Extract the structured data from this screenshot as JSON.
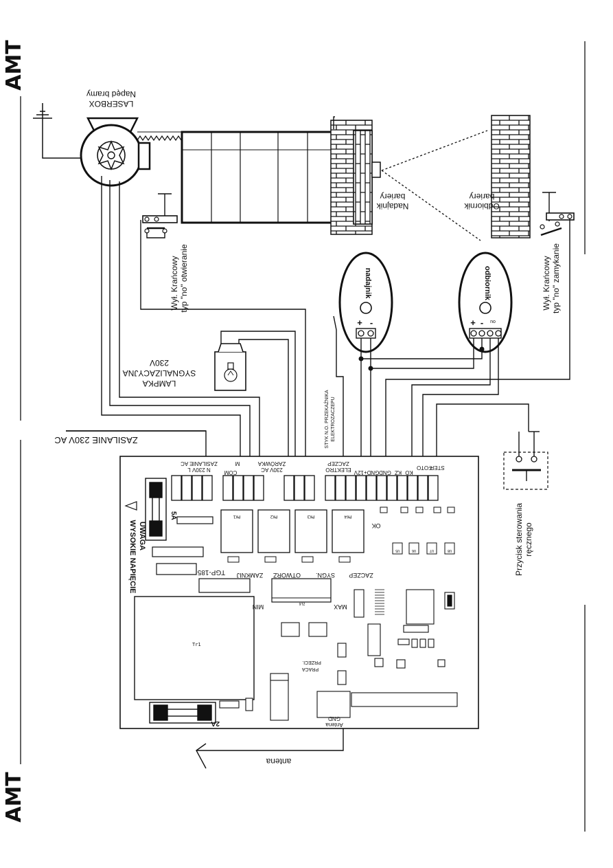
{
  "brand": "AMT",
  "motor": {
    "line1": "Napęd bramy",
    "line2": "LASERBOX"
  },
  "transmitter_side": {
    "line1": "Nadajnik",
    "line2": "bariery"
  },
  "receiver_side": {
    "line1": "Odbiornik",
    "line2": "bariery"
  },
  "limit_open": {
    "line1": "Wył. Krańcowy",
    "line2": "typ \"no\" otwieranie"
  },
  "limit_close": {
    "line1": "Wył. Krańcowy",
    "line2": "typ \"no\" zamykanie"
  },
  "nadajnik_label": "nadajnik",
  "odbiornik_label": "odbiornik",
  "plus": "+",
  "minus": "-",
  "no_label": "no",
  "lamp": {
    "line1": "LAMPKA",
    "line2": "SYGNALIZACYJNA",
    "line3": "230V"
  },
  "power_label": "ZASILANIE 230V AC",
  "relay_note": {
    "line1": "STYK N.O. PRZEKAŹNIKA",
    "line2": "ELEKTROZACZEPU"
  },
  "manual_button": {
    "line1": "Przycisk sterowania",
    "line2": "ręcznego"
  },
  "antenna_label": "antena",
  "warning": {
    "line1": "UWAGA",
    "line2": "WYSOKIE NAPIĘCIE"
  },
  "board": {
    "model": "TGP-185",
    "zasilanie_ac": "ZASILANIE AC",
    "n_230v_l": "N 230V L",
    "com": "COM",
    "m": "M",
    "zarowka": "ŻARÓWKA",
    "v230_ac": "230V AC",
    "zaczep": "ZACZEP",
    "elektro": "ELEKTRO",
    "gnd_12v": "GND+12V",
    "gnd": "GND",
    "kz": "KZ",
    "ko": "KO",
    "foto": "FOTO",
    "ster": "STER.",
    "fuse_main": "5A",
    "fuse_aux": "2A",
    "min": "MIN",
    "max": "MAX",
    "ok": "OK",
    "zamknij": "ZAMKNIJ",
    "otworz": "OTWÓRZ",
    "sygn": "SYGN.",
    "zaczep_led": "ZACZEP",
    "praca": "PRACA",
    "przecz": "PRZECI.",
    "antena": "Antena",
    "gnd_ant": "GND",
    "relays": [
      "PK1",
      "PK2",
      "PK3",
      "PK4"
    ],
    "transformer": "Tr1",
    "ic_labels": [
      "U5",
      "U6",
      "U7",
      "U8"
    ],
    "pot": "ZL6"
  }
}
